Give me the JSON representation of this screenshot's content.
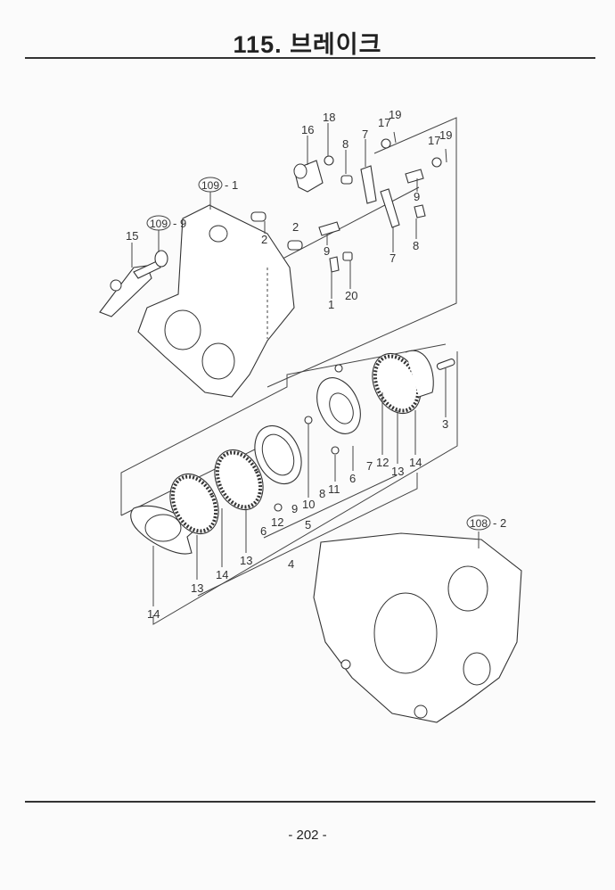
{
  "header": {
    "title": "115. 브레이크"
  },
  "footer": {
    "page_number": "- 202 -"
  },
  "callouts": {
    "c18": "18",
    "c16": "16",
    "c17a": "17",
    "c19a": "19",
    "c8a": "8",
    "c7a": "7",
    "c17b": "17",
    "c19b": "19",
    "ref109_1_num": "109",
    "ref109_1_suffix": "- 1",
    "ref109_9_num": "109",
    "ref109_9_suffix": "- 9",
    "c15": "15",
    "c2a": "2",
    "c2b": "2",
    "c9a": "9",
    "c9b": "9",
    "c8b": "8",
    "c7b": "7",
    "c20": "20",
    "c1": "1",
    "c3": "3",
    "c12a": "12",
    "c13a": "13",
    "c14a": "14",
    "c7c": "7",
    "c6a": "6",
    "c11": "11",
    "c8c": "8",
    "c10": "10",
    "c9c": "9",
    "c12b": "12",
    "c6b": "6",
    "c5": "5",
    "c4": "4",
    "c13b": "13",
    "c14b": "14",
    "c13c": "13",
    "c14c": "14",
    "ref108_2_num": "108",
    "ref108_2_suffix": "- 2"
  }
}
